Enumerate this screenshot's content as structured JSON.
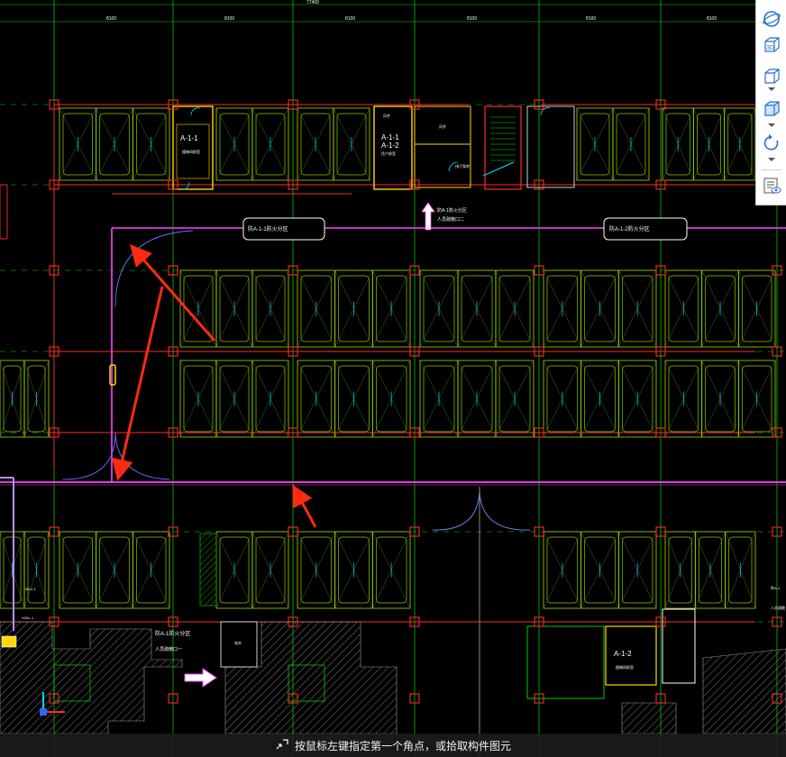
{
  "drawing": {
    "overall_dimension": "77400",
    "bay_dimensions": [
      "8100",
      "8100",
      "8100",
      "8100",
      "8100",
      "8100"
    ],
    "labels": {
      "room_a111_top": "A-1-1",
      "room_a111_top_sub": "楼梯间前室",
      "stair_a111_code": "A-1-1",
      "stair_a112_code": "A-1-2",
      "stair_room_sub": "住户前室",
      "room_upper_left": "风井",
      "room_upper_mid": "风井",
      "pump_room": "排污泵房",
      "area_tag_1": "防A-1-1防火分区",
      "area_tag_2": "防A-1-2防火分区",
      "up_arrow_text": "防A-1防火分区",
      "up_arrow_sub": "人员疏散口二",
      "bottom_tag": "防A-1防火分区",
      "bottom_tag_sub": "人员疏散口一",
      "bottom_room": "电井",
      "room_a112_bottom": "A-1-2",
      "room_a112_bottom_sub": "楼梯间前室",
      "left_tag_1": "WL2-1",
      "left_tag_2": "X2AL-1",
      "right_tag": "防A-1",
      "right_tag_sub": "人员疏散"
    }
  },
  "toolbar": {
    "icons": [
      "orbit-icon",
      "view-3d-icon",
      "view-cube-outline-icon",
      "view-cube-filled-icon",
      "rotate-icon",
      "layer-visibility-icon"
    ],
    "badge_3d": "3D"
  },
  "status": {
    "prompt": "按鼠标左键指定第一个角点，或拾取构件图元"
  },
  "colors": {
    "grid_green": "#00e000",
    "column_red": "#ff2a2a",
    "parking_yellow_green": "#b8e000",
    "wall_purple": "#ff44ff",
    "annotation_arrow_red": "#ff2a12",
    "cyan": "#00d8ff"
  }
}
